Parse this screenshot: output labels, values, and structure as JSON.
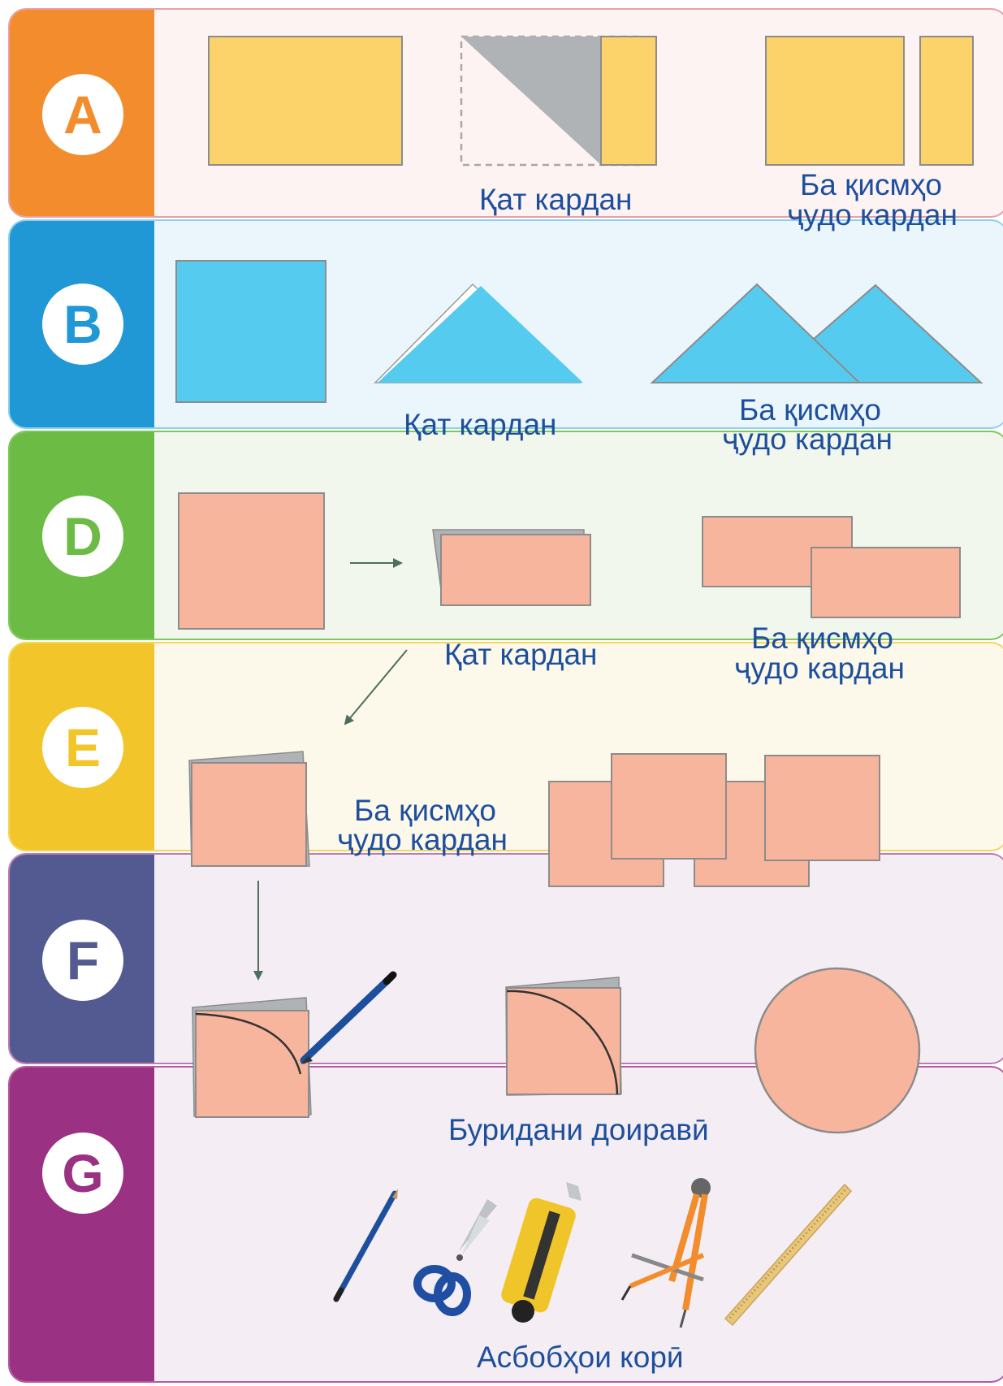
{
  "rows": [
    {
      "letter": "A",
      "color": "#f28c2c"
    },
    {
      "letter": "B",
      "color": "#1f98d5"
    },
    {
      "letter": "D",
      "color": "#6cbb45"
    },
    {
      "letter": "E",
      "color": "#f2c52a"
    },
    {
      "letter": "F",
      "color": "#535a92"
    },
    {
      "letter": "G",
      "color": "#9a3182"
    }
  ],
  "labels": {
    "fold": "Қат кардан",
    "separate_line1": "Ба қисмҳо",
    "separate_line2": "ҷудо кардан",
    "cut_round": "Буридани доиравӣ",
    "tools": "Асбобҳои корӣ"
  },
  "colors": {
    "yellow_paper": "#fcd36a",
    "blue_paper": "#55cbf0",
    "pink_paper": "#f8b59d",
    "shadow_gray": "#b0b3b6",
    "label_blue": "#1e4f9c",
    "arrow_green": "#4d6e5d"
  },
  "icons": [
    "pencil-icon",
    "scissors-icon",
    "utility-knife-icon",
    "compass-icon",
    "ruler-icon"
  ]
}
